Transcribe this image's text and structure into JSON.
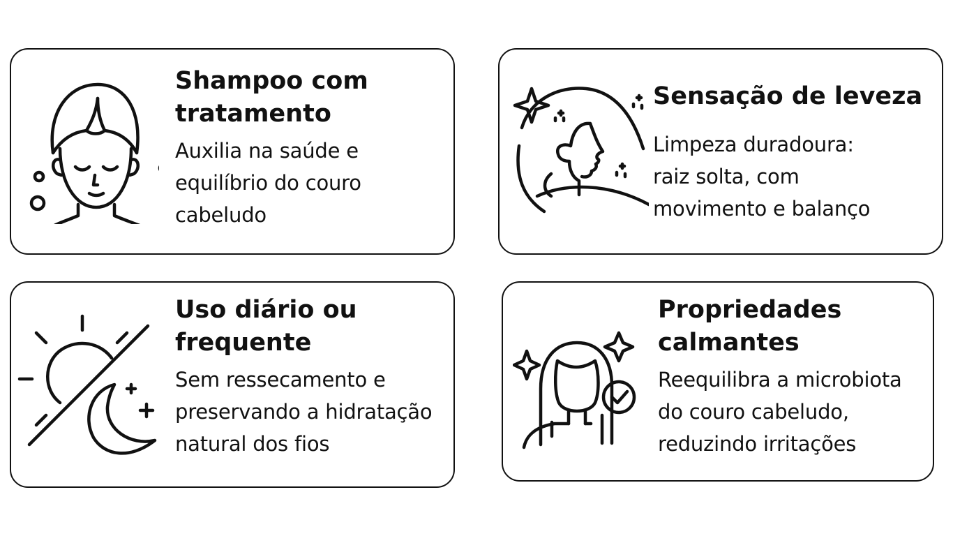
{
  "cards": [
    {
      "icon": "face-towel-bubbles-icon",
      "title": "Shampoo com\ntratamento",
      "description": "Auxilia na saúde e\nequilíbrio do couro\ncabeludo"
    },
    {
      "icon": "woman-profile-sparkles-icon",
      "title": "Sensação de leveza",
      "description": "Limpeza duradoura:\nraiz solta, com\nmovimento e balanço"
    },
    {
      "icon": "sun-moon-icon",
      "title": "Uso diário ou\nfrequente",
      "description": "Sem ressecamento e\npreservando a hidratação\nnatural dos fios"
    },
    {
      "icon": "woman-check-sparkles-icon",
      "title": "Propriedades\ncalmantes",
      "description": "Reequilibra a microbiota\ndo couro cabeludo,\nreduzindo irritações"
    }
  ],
  "colors": {
    "border": "#111111",
    "text": "#111111",
    "background": "#ffffff"
  }
}
